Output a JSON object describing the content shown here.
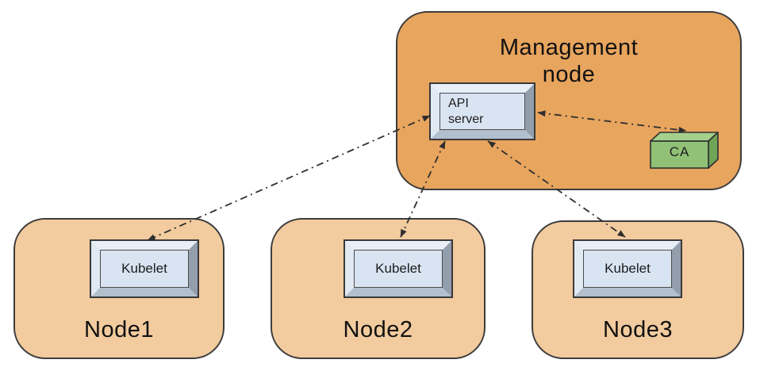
{
  "diagram": {
    "title_hint": "Kubernetes management node and worker nodes",
    "management_node": {
      "title": "Management node",
      "api_server_label": "API server",
      "ca_label": "CA"
    },
    "nodes": [
      {
        "label": "Node1",
        "component": "Kubelet"
      },
      {
        "label": "Node2",
        "component": "Kubelet"
      },
      {
        "label": "Node3",
        "component": "Kubelet"
      }
    ],
    "connections": [
      {
        "from": "API server",
        "to": "Node1 Kubelet",
        "style": "dash-dot",
        "bidirectional": true
      },
      {
        "from": "API server",
        "to": "Node2 Kubelet",
        "style": "dash-dot",
        "bidirectional": true
      },
      {
        "from": "API server",
        "to": "Node3 Kubelet",
        "style": "dash-dot",
        "bidirectional": true
      },
      {
        "from": "API server",
        "to": "CA",
        "style": "dash-dot",
        "bidirectional": true
      }
    ],
    "colors": {
      "management_fill": "#e8a55e",
      "node_fill": "#f2cb9e",
      "component_fill": "#d9e4f2",
      "ca_front": "#90c177",
      "ca_top": "#a5d08c",
      "ca_side": "#6fa355",
      "outline": "#3d3d3d",
      "arrow": "#2e2e2e"
    }
  }
}
